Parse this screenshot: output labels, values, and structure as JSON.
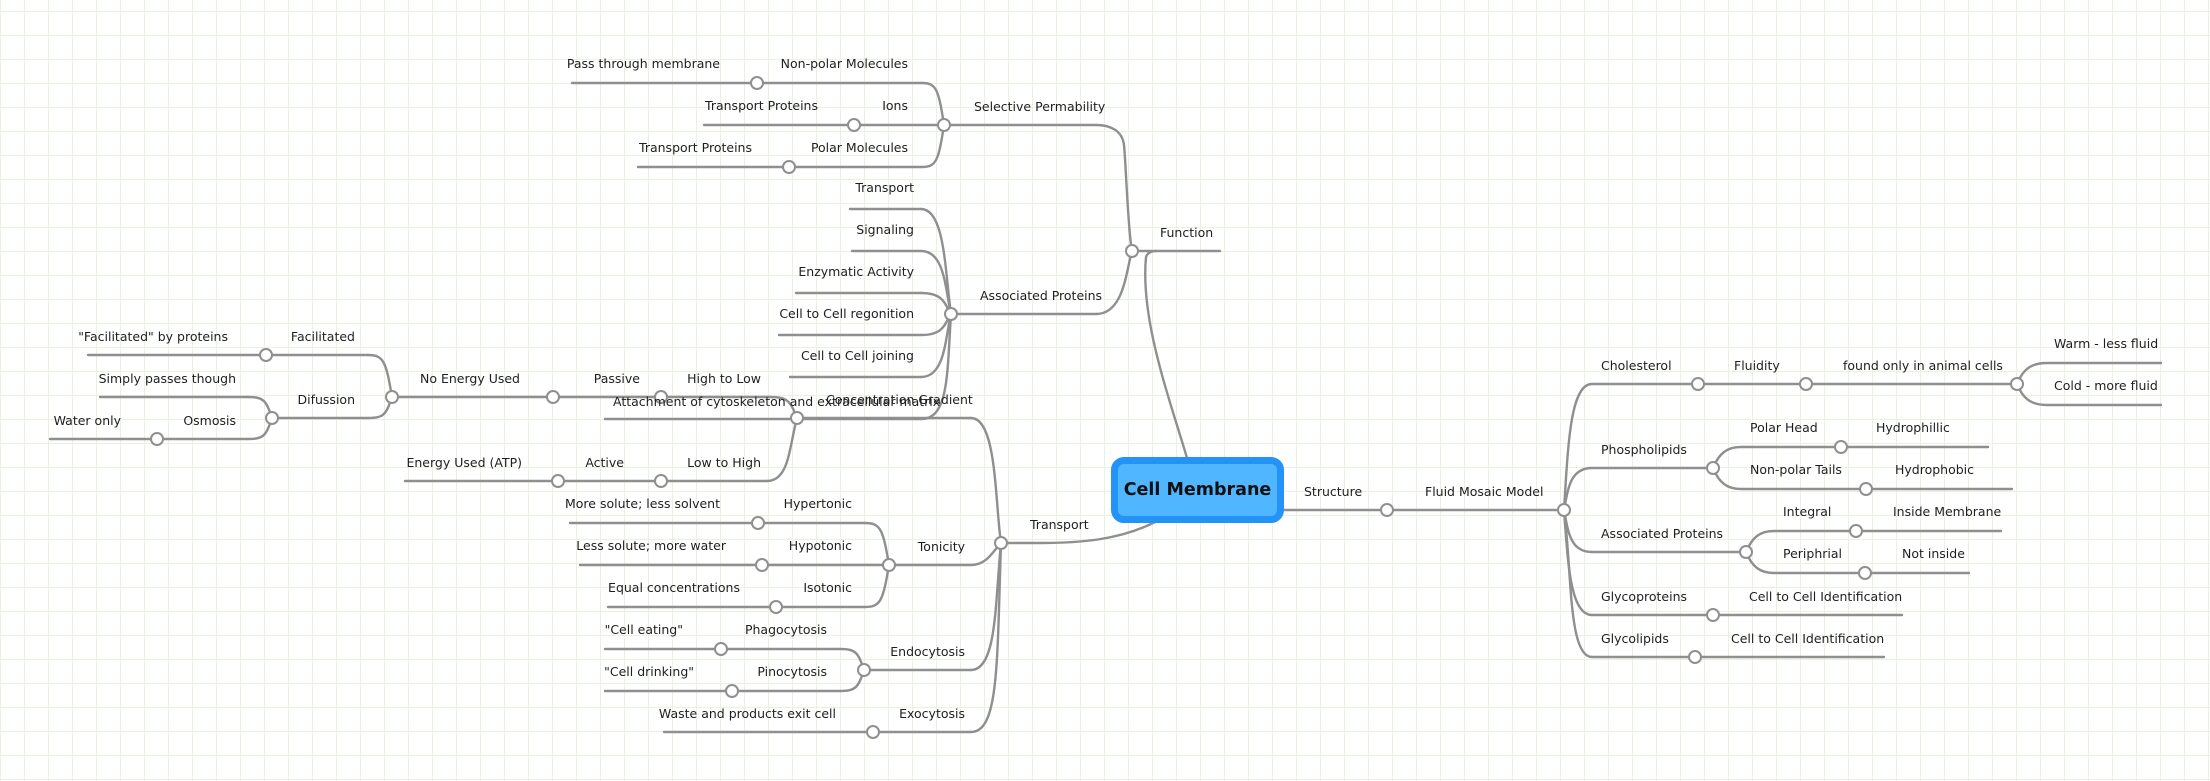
{
  "root": {
    "label": "Cell Membrane",
    "fill_color": "#4fb6ff",
    "border_color": "#2393f7"
  },
  "colors": {
    "link": "#8f8f8f",
    "grid": "#e9f1e3",
    "text": "#1e1e1e"
  },
  "branches": {
    "function": {
      "label": "Function",
      "children": {
        "selective_permability": {
          "label": "Selective Permability",
          "children": [
            {
              "label": "Non-polar Molecules",
              "detail": "Pass through membrane"
            },
            {
              "label": "Ions",
              "detail": "Transport Proteins"
            },
            {
              "label": "Polar Molecules",
              "detail": "Transport Proteins"
            }
          ]
        },
        "associated_proteins": {
          "label": "Associated Proteins",
          "children": [
            "Transport",
            "Signaling",
            "Enzymatic Activity",
            "Cell to Cell regonition",
            "Cell to Cell joining",
            "Attachment of cytoskeleton and extracellular matrix"
          ]
        }
      }
    },
    "transport": {
      "label": "Transport",
      "children": {
        "concentration_gradient": {
          "label": "Concentration Gradient",
          "high_to_low": {
            "label": "High to Low",
            "passive": {
              "label": "Passive",
              "no_energy": {
                "label": "No Energy Used",
                "facilitated": {
                  "label": "Facilitated",
                  "detail": "\"Facilitated\" by proteins"
                },
                "difussion": {
                  "label": "Difussion",
                  "simple": "Simply passes though",
                  "osmosis": {
                    "label": "Osmosis",
                    "detail": "Water only"
                  }
                }
              }
            }
          },
          "low_to_high": {
            "label": "Low to High",
            "active": {
              "label": "Active",
              "detail": "Energy Used (ATP)"
            }
          }
        },
        "tonicity": {
          "label": "Tonicity",
          "children": [
            {
              "label": "Hypertonic",
              "detail": "More solute; less solvent"
            },
            {
              "label": "Hypotonic",
              "detail": "Less solute; more water"
            },
            {
              "label": "Isotonic",
              "detail": "Equal concentrations"
            }
          ]
        },
        "endocytosis": {
          "label": "Endocytosis",
          "children": [
            {
              "label": "Phagocytosis",
              "detail": "\"Cell eating\""
            },
            {
              "label": "Pinocytosis",
              "detail": "\"Cell drinking\""
            }
          ]
        },
        "exocytosis": {
          "label": "Exocytosis",
          "detail": "Waste and products exit cell"
        }
      }
    },
    "structure": {
      "label": "Structure",
      "fluid_mosaic": {
        "label": "Fluid Mosaic Model",
        "cholesterol": {
          "label": "Cholesterol",
          "fluidity": {
            "label": "Fluidity",
            "animal": {
              "label": "found only in animal cells",
              "children": [
                "Warm - less fluid",
                "Cold - more fluid"
              ]
            }
          }
        },
        "phospholipids": {
          "label": "Phospholipids",
          "children": [
            {
              "label": "Polar Head",
              "detail": "Hydrophillic"
            },
            {
              "label": "Non-polar Tails",
              "detail": "Hydrophobic"
            }
          ]
        },
        "associated_proteins": {
          "label": "Associated Proteins",
          "children": [
            {
              "label": "Integral",
              "detail": "Inside Membrane"
            },
            {
              "label": "Periphrial",
              "detail": "Not inside"
            }
          ]
        },
        "glycoproteins": {
          "label": "Glycoproteins",
          "detail": "Cell to Cell Identification"
        },
        "glycolipids": {
          "label": "Glycolipids",
          "detail": "Cell to Cell Identification"
        }
      }
    }
  }
}
